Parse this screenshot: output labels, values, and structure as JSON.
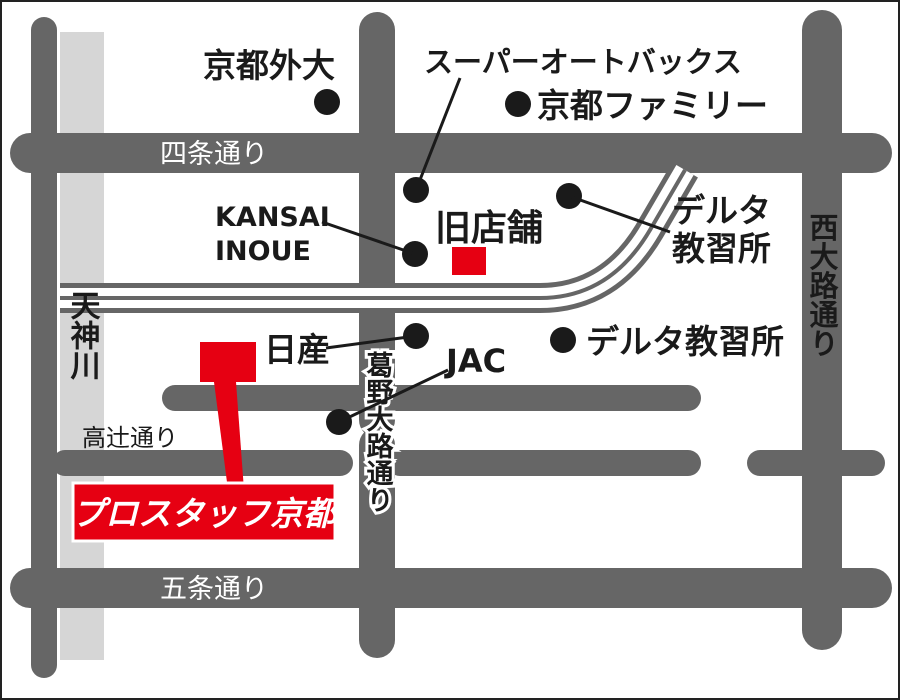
{
  "colors": {
    "road": "#666666",
    "river": "#d6d6d6",
    "rail_outline": "#666666",
    "accent": "#e60012",
    "text": "#1a1a1a",
    "frame": "#222222"
  },
  "roads": {
    "shijo": "四条通り",
    "gojo": "五条通り",
    "takatsuji": "高辻通り",
    "nishioji": "西大路通り",
    "kadono": "葛野大路通り"
  },
  "river": "天神川",
  "landmarks": {
    "kyoto_gaidai": "京都外大",
    "super_autobacs": "スーパーオートバックス",
    "kyoto_family": "京都ファミリー",
    "kansai_inoue_1": "KANSAI",
    "kansai_inoue_2": "INOUE",
    "old_store": "旧店舗",
    "delta_1_line1": "デルタ",
    "delta_1_line2": "教習所",
    "nissan": "日産",
    "jac": "JAC",
    "delta_2": "デルタ教習所"
  },
  "brand": {
    "name": "プロスタッフ京都"
  },
  "icons": {
    "landmark": "landmark-dot-icon",
    "store": "store-marker-icon"
  }
}
